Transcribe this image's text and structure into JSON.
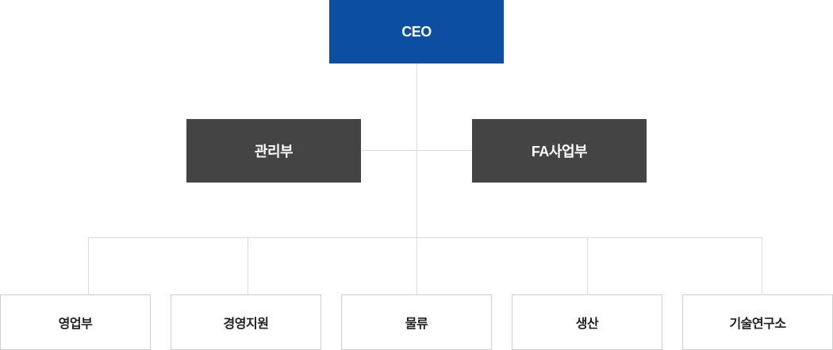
{
  "org_chart": {
    "ceo": {
      "label": "CEO",
      "color": "#0b4ea2"
    },
    "departments": [
      {
        "label": "관리부"
      },
      {
        "label": "FA사업부"
      }
    ],
    "teams": [
      {
        "label": "영업부"
      },
      {
        "label": "경영지원"
      },
      {
        "label": "물류"
      },
      {
        "label": "생산"
      },
      {
        "label": "기술연구소"
      }
    ],
    "colors": {
      "department_box": "#444444",
      "connector": "#dcdcdc",
      "team_border": "#cfcfcf"
    }
  }
}
